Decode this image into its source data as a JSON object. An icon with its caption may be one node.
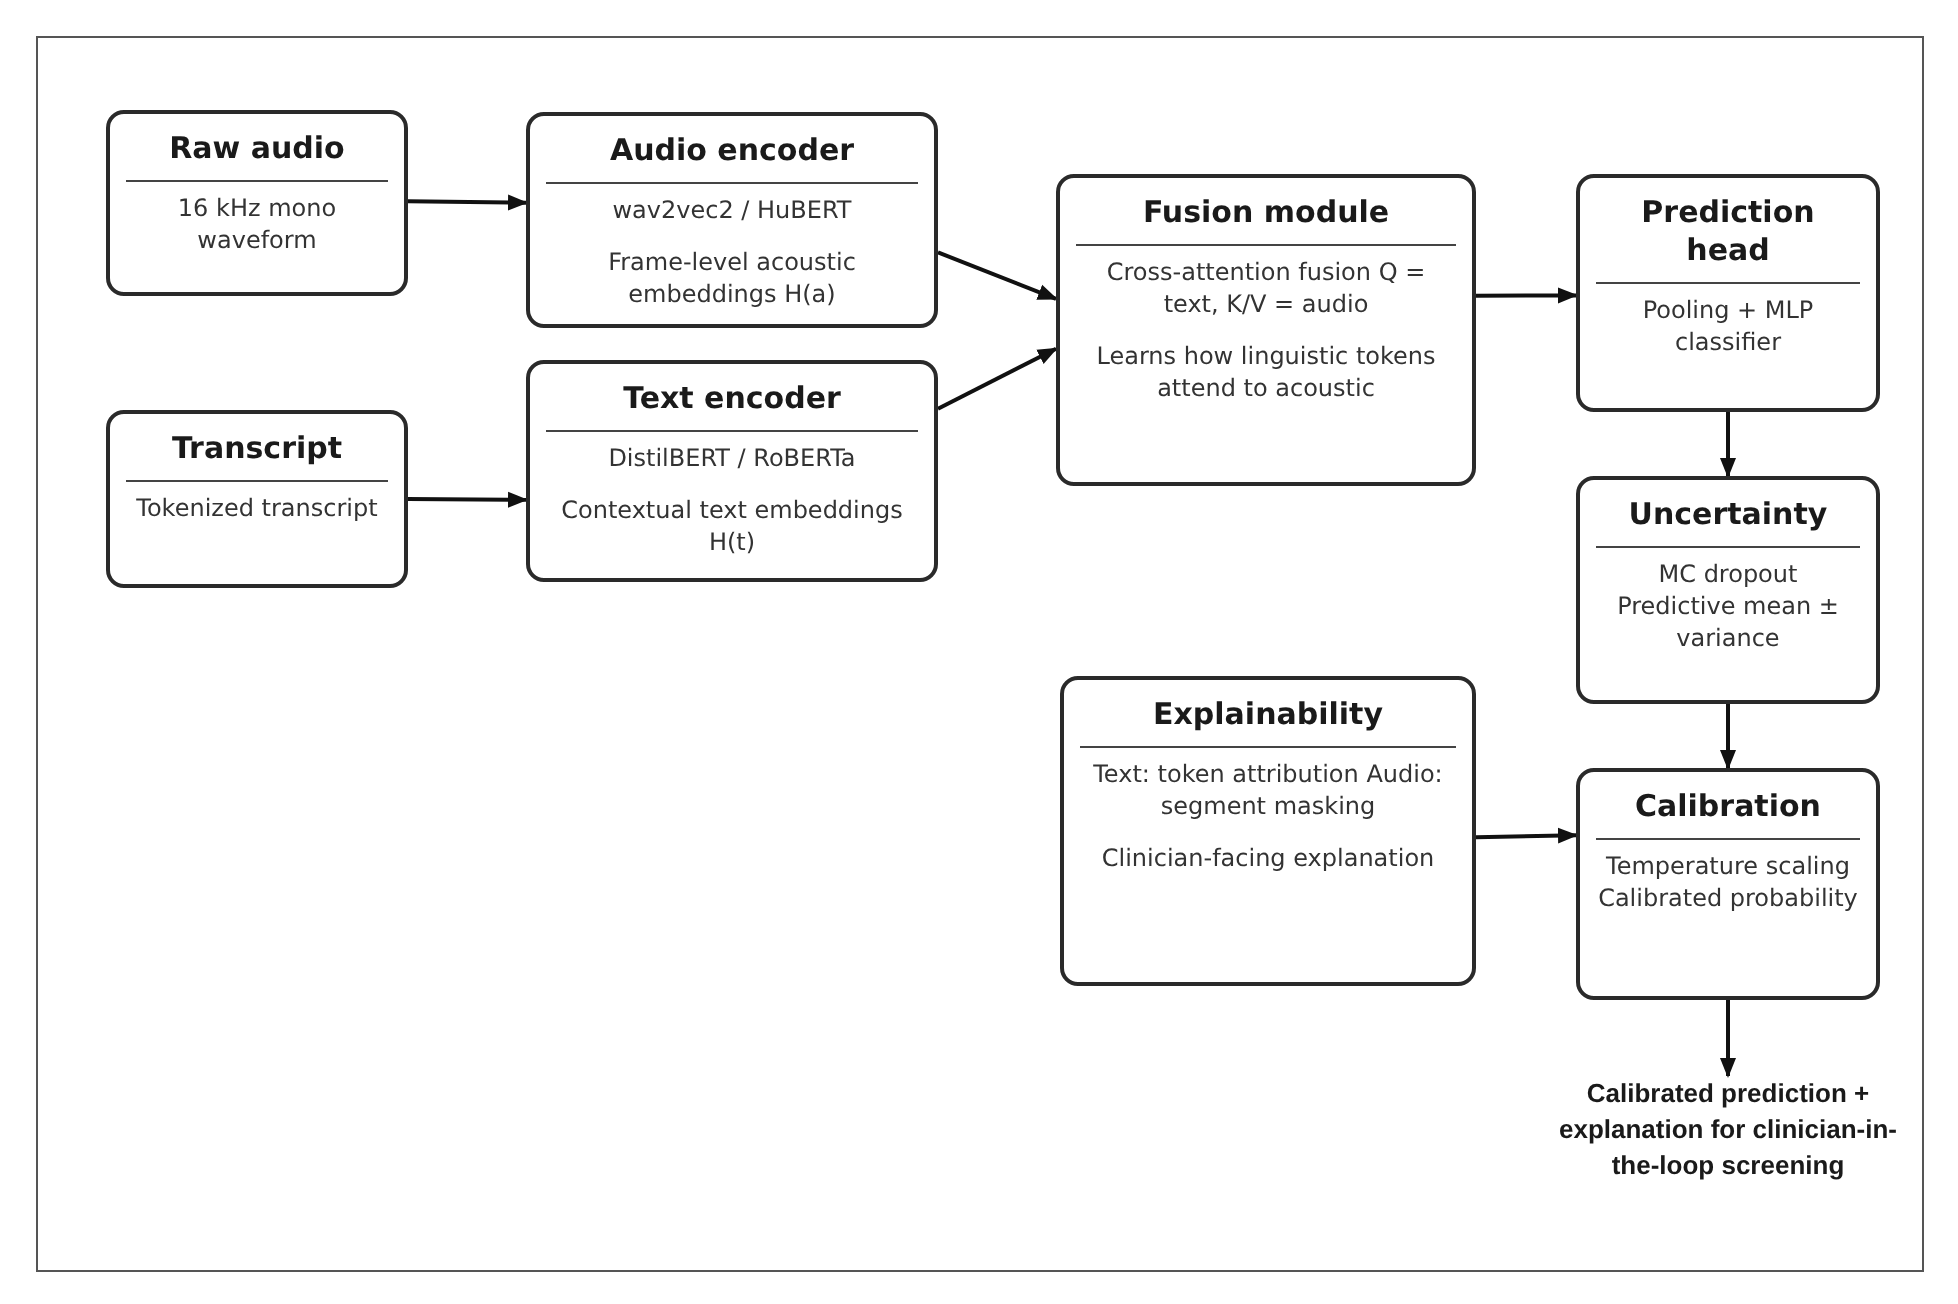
{
  "diagram": {
    "nodes": [
      {
        "text": [
          "Raw audio",
          "16 kHz mono waveform"
        ]
      },
      {
        "text": [
          "Audio encoder",
          "wav2vec2 / HuBERT",
          "Frame-level acoustic embeddings H(a)"
        ]
      },
      {
        "text": [
          "Fusion module",
          "Cross-attention fusion Q = text, K/V = audio",
          "Learns how linguistic tokens attend to acoustic"
        ]
      },
      {
        "text": [
          "Prediction head",
          "Pooling + MLP classifier"
        ]
      },
      {
        "text": [
          "Transcript",
          "Tokenized transcript"
        ]
      },
      {
        "text": [
          "Text encoder",
          "DistilBERT / RoBERTa",
          "Contextual text embeddings H(t)"
        ]
      },
      {
        "text": [
          "Uncertainty",
          "MC dropout Predictive mean ± variance"
        ]
      },
      {
        "text": [
          "Explainability",
          "Text: token attribution Audio: segment masking",
          "Clinician-facing explanation"
        ]
      },
      {
        "text": [
          "Calibration",
          "Temperature scaling Calibrated probability"
        ]
      },
      {
        "text": [
          "Calibrated prediction + explanation for clinician-in-the-loop screening"
        ]
      }
    ],
    "edges": [
      {
        "from": 0,
        "to": 1,
        "arrow": "to"
      },
      {
        "from": 4,
        "to": 5,
        "arrow": "to"
      },
      {
        "from": 1,
        "to": 2,
        "arrow": "to"
      },
      {
        "from": 5,
        "to": 2,
        "arrow": "to"
      },
      {
        "from": 2,
        "to": 3,
        "arrow": "to"
      },
      {
        "from": 3,
        "to": 6,
        "arrow": "to"
      },
      {
        "from": 6,
        "to": 8,
        "arrow": "to"
      },
      {
        "from": 7,
        "to": 8,
        "arrow": "to"
      },
      {
        "from": 8,
        "to": 9,
        "arrow": "to"
      }
    ]
  }
}
